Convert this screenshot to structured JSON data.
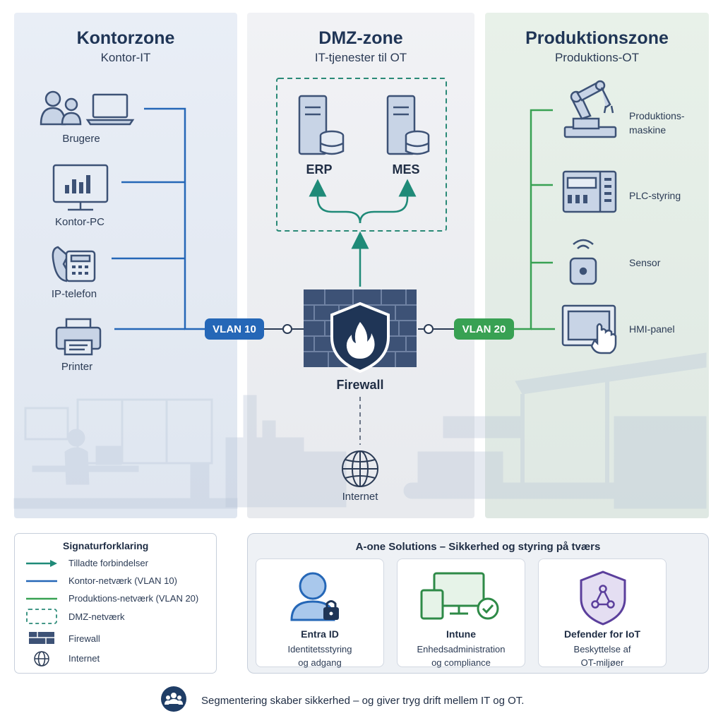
{
  "zones": {
    "office": {
      "title": "Kontorzone",
      "subtitle": "Kontor-IT"
    },
    "dmz": {
      "title": "DMZ-zone",
      "subtitle": "IT-tjenester til OT"
    },
    "production": {
      "title": "Produktionszone",
      "subtitle": "Produktions-OT"
    }
  },
  "office_devices": [
    {
      "label": "Brugere",
      "icon": "users-icon"
    },
    {
      "label": "Kontor-PC",
      "icon": "monitor-chart-icon"
    },
    {
      "label": "IP-telefon",
      "icon": "phone-icon"
    },
    {
      "label": "Printer",
      "icon": "printer-icon"
    }
  ],
  "dmz_servers": [
    {
      "label": "ERP",
      "icon": "server-database-icon"
    },
    {
      "label": "MES",
      "icon": "server-database-icon"
    }
  ],
  "production_devices": [
    {
      "label": "Produktions-\nmaskine",
      "line1": "Produktions-",
      "line2": "maskine",
      "icon": "robot-arm-icon"
    },
    {
      "label": "PLC-styring",
      "icon": "plc-icon"
    },
    {
      "label": "Sensor",
      "icon": "sensor-wifi-icon"
    },
    {
      "label": "HMI-panel",
      "icon": "touch-panel-icon"
    }
  ],
  "vlans": {
    "office": "VLAN 10",
    "production": "VLAN 20"
  },
  "firewall": {
    "label": "Firewall",
    "icon": "firewall-shield-icon"
  },
  "internet": {
    "label": "Internet",
    "icon": "globe-icon"
  },
  "legend": {
    "title": "Signaturforklaring",
    "items": [
      "Tilladte forbindelser",
      "Kontor-netværk (VLAN 10)",
      "Produktions-netværk (VLAN 20)",
      "DMZ-netværk",
      "Firewall",
      "Internet"
    ]
  },
  "solutions": {
    "title": "A-one Solutions – Sikkerhed og styring på tværs",
    "cards": [
      {
        "name": "Entra ID",
        "desc1": "Identitetsstyring",
        "desc2": "og adgang",
        "icon": "user-lock-icon"
      },
      {
        "name": "Intune",
        "desc1": "Enhedsadministration",
        "desc2": "og compliance",
        "icon": "devices-check-icon"
      },
      {
        "name": "Defender for IoT",
        "desc1": "Beskyttelse af",
        "desc2": "OT-miljøer",
        "icon": "shield-network-icon"
      }
    ]
  },
  "footer": {
    "text": "Segmentering skaber sikkerhed – og giver tryg drift mellem IT og OT.",
    "icon": "people-group-icon"
  },
  "colors": {
    "office_blue": "#2567b7",
    "production_green": "#38a153",
    "allowed_teal": "#1f8a78",
    "navy": "#1f3556",
    "firewall_brick": "#3d5276"
  }
}
